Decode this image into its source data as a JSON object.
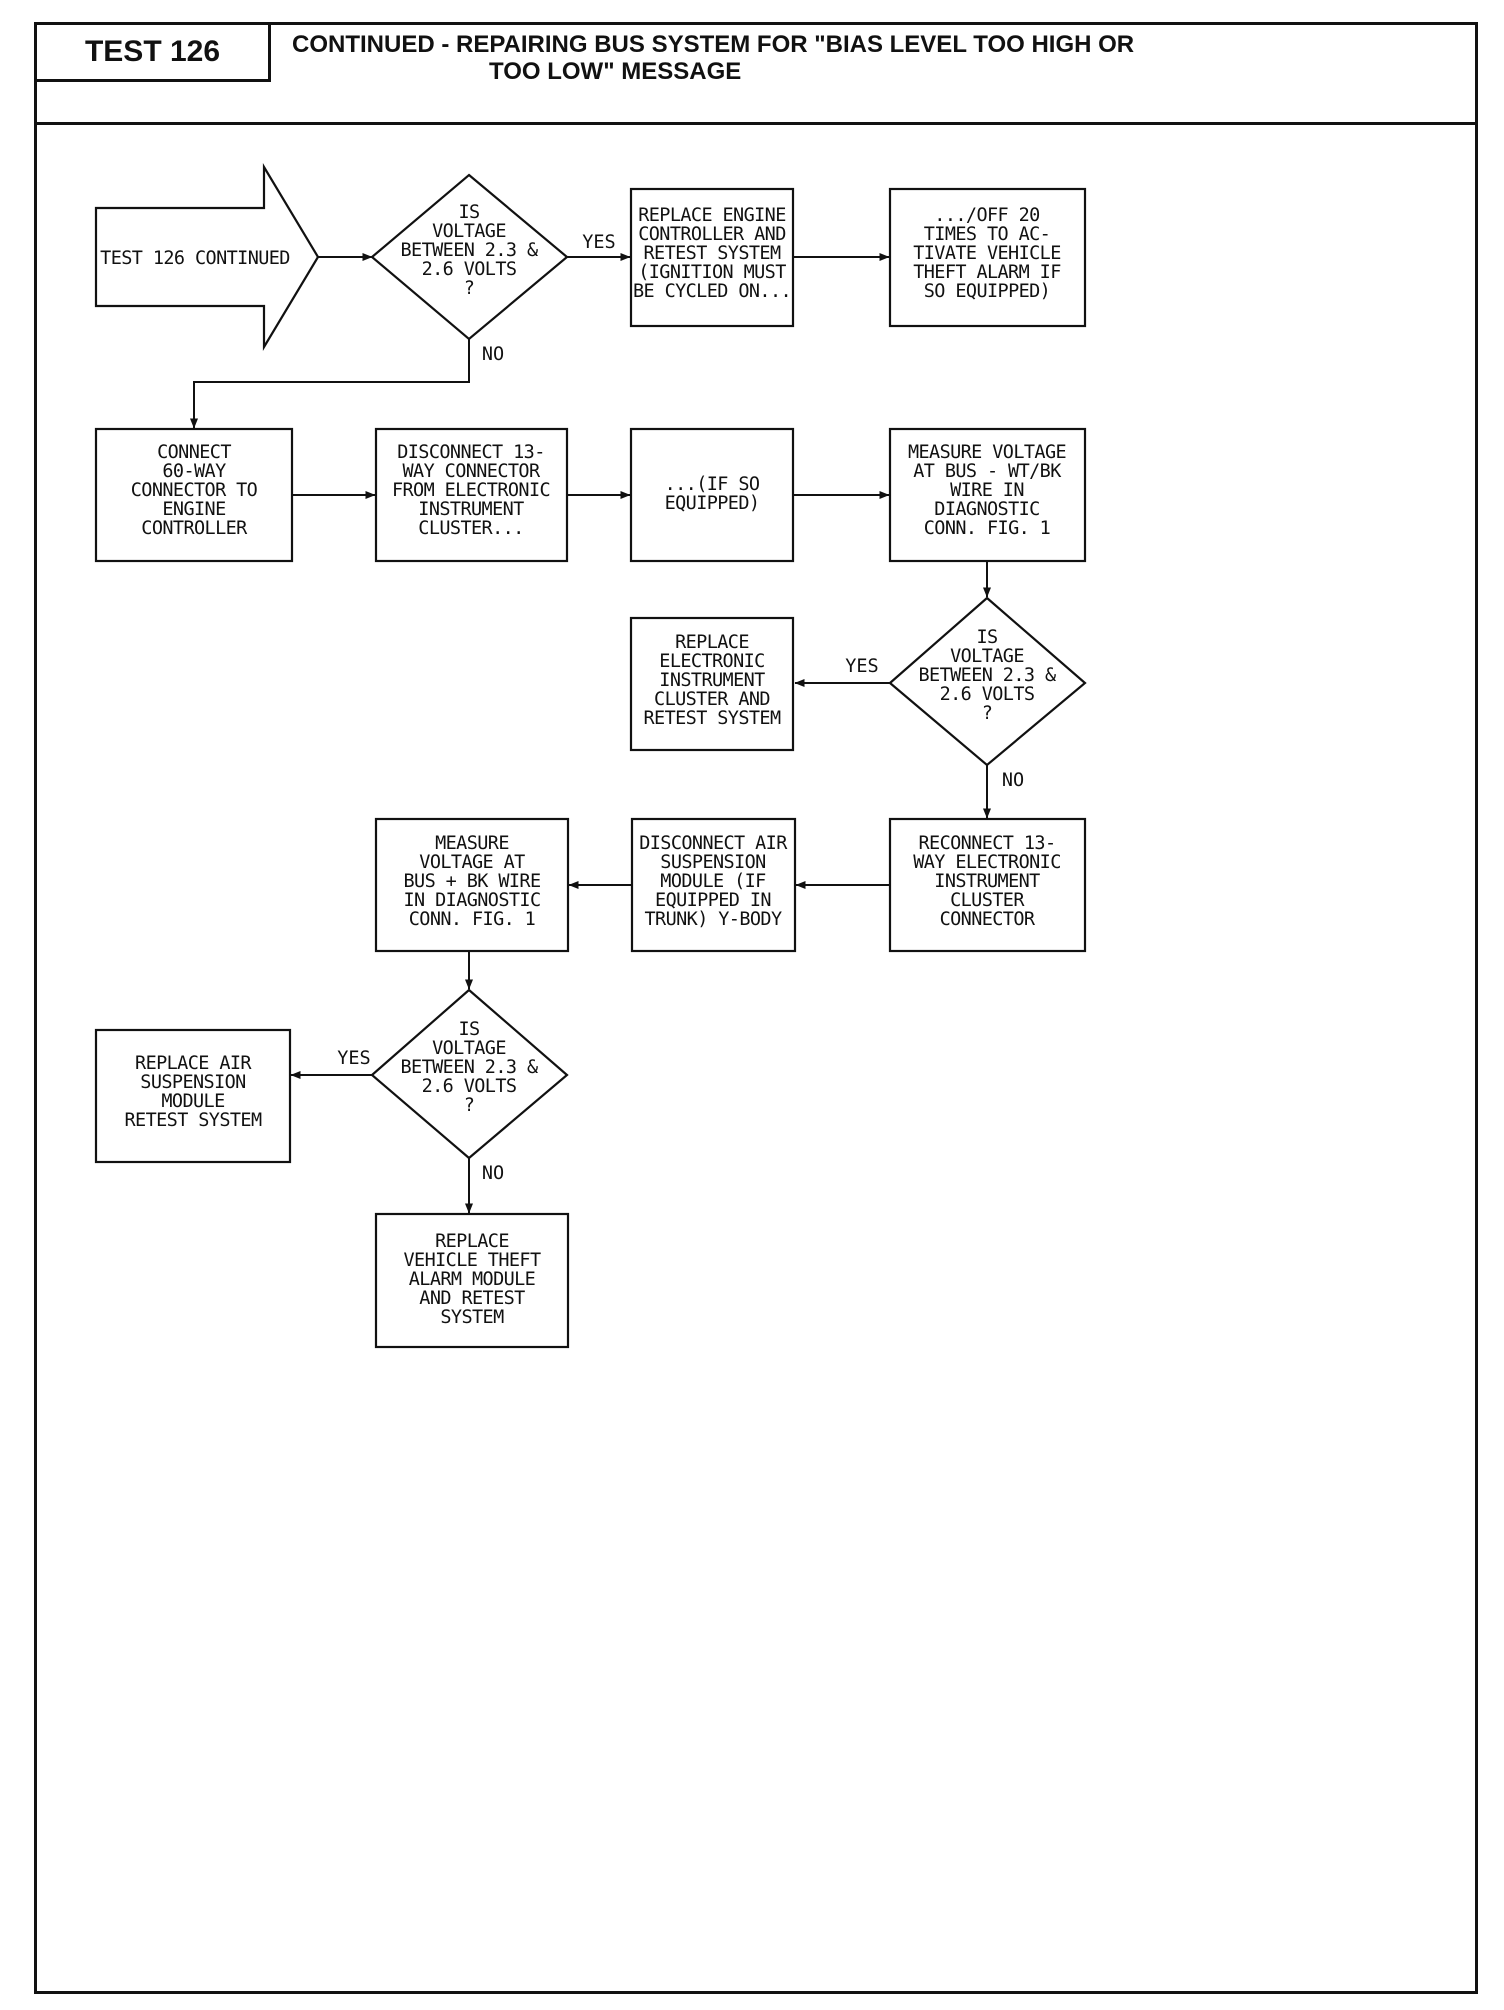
{
  "header": {
    "test_label": "TEST 126",
    "title_line1": "CONTINUED - REPAIRING BUS SYSTEM FOR \"BIAS LEVEL TOO HIGH OR",
    "title_line2": "TOO LOW\" MESSAGE"
  },
  "flowchart": {
    "start": "TEST 126 CONTINUED",
    "decision_1": [
      "IS",
      "VOLTAGE",
      "BETWEEN 2.3 &",
      "2.6 VOLTS",
      "?"
    ],
    "replace_engine_controller": [
      "REPLACE ENGINE",
      "CONTROLLER AND",
      "RETEST SYSTEM",
      "(IGNITION MUST",
      "BE CYCLED ON..."
    ],
    "off_20_times": [
      ".../OFF 20",
      "TIMES TO AC-",
      "TIVATE VEHICLE",
      "THEFT ALARM IF",
      "SO EQUIPPED)"
    ],
    "connect_60_way": [
      "CONNECT",
      "60-WAY",
      "CONNECTOR TO",
      "ENGINE",
      "CONTROLLER"
    ],
    "disconnect_13_way": [
      "DISCONNECT 13-",
      "WAY CONNECTOR",
      "FROM ELECTRONIC",
      "INSTRUMENT",
      "CLUSTER..."
    ],
    "if_so_equipped": [
      "...(IF SO",
      "EQUIPPED)"
    ],
    "measure_voltage_wt_bk": [
      "MEASURE VOLTAGE",
      "AT BUS - WT/BK",
      "WIRE IN",
      "DIAGNOSTIC",
      "CONN. FIG. 1"
    ],
    "decision_2": [
      "IS",
      "VOLTAGE",
      "BETWEEN 2.3 &",
      "2.6 VOLTS",
      "?"
    ],
    "replace_instrument_cluster": [
      "REPLACE",
      "ELECTRONIC",
      "INSTRUMENT",
      "CLUSTER AND",
      "RETEST SYSTEM"
    ],
    "reconnect_13_way": [
      "RECONNECT 13-",
      "WAY ELECTRONIC",
      "INSTRUMENT",
      "CLUSTER",
      "CONNECTOR"
    ],
    "disconnect_air_suspension": [
      "DISCONNECT AIR",
      "SUSPENSION",
      "MODULE (IF",
      "EQUIPPED IN",
      "TRUNK) Y-BODY"
    ],
    "measure_voltage_bk": [
      "MEASURE",
      "VOLTAGE AT",
      "BUS + BK WIRE",
      "IN DIAGNOSTIC",
      "CONN. FIG. 1"
    ],
    "decision_3": [
      "IS",
      "VOLTAGE",
      "BETWEEN 2.3 &",
      "2.6 VOLTS",
      "?"
    ],
    "replace_air_suspension": [
      "REPLACE AIR",
      "SUSPENSION",
      "MODULE",
      "RETEST SYSTEM"
    ],
    "replace_theft_alarm": [
      "REPLACE",
      "VEHICLE THEFT",
      "ALARM MODULE",
      "AND RETEST",
      "SYSTEM"
    ],
    "yes_label": "YES",
    "no_label": "NO"
  }
}
